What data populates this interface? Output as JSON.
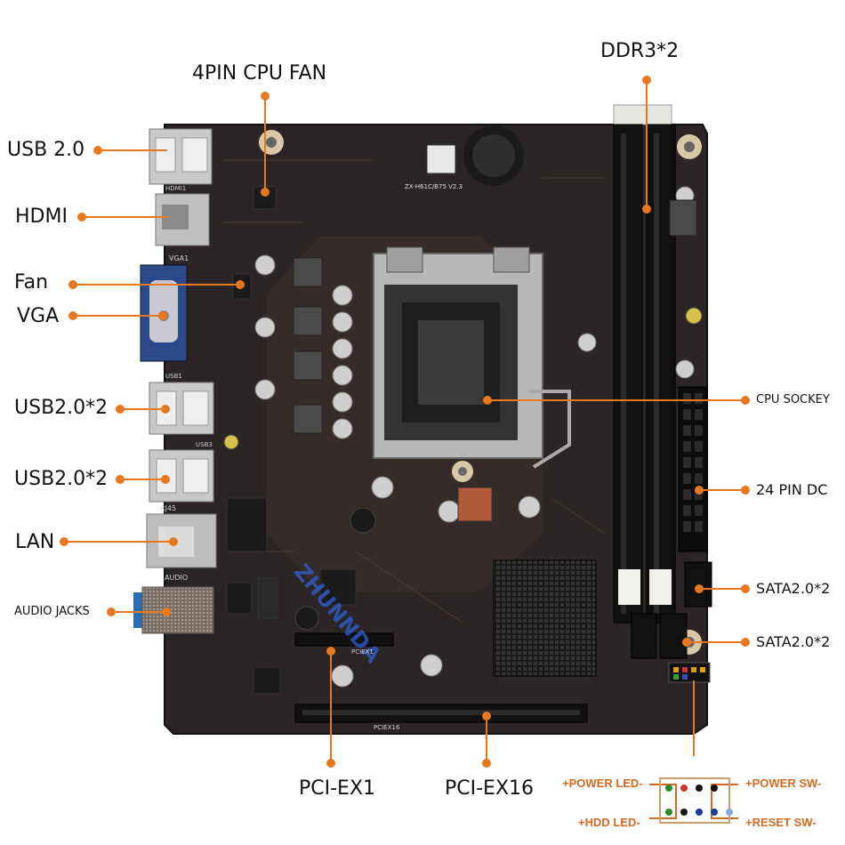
{
  "labels": {
    "usb20": "USB 2.0",
    "hdmi": "HDMI",
    "fan": "Fan",
    "vga": "VGA",
    "usb20x2_a": "USB2.0*2",
    "usb20x2_b": "USB2.0*2",
    "lan": "LAN",
    "audio": "AUDIO JACKS",
    "cpu_fan": "4PIN CPU FAN",
    "ddr3": "DDR3*2",
    "cpu_socket": "CPU SOCKEY",
    "pin24": "24 PIN DC",
    "sata_a": "SATA2.0*2",
    "sata_b": "SATA2.0*2",
    "pci_ex1": "PCI-EX1",
    "pci_ex16": "PCI-EX16"
  },
  "board_marks": {
    "model": "ZX-H61C/B75 V2.3",
    "watermark": "ZHUNNDA",
    "rj45": "RJ45",
    "audio": "AUDIO",
    "vga": "VGA1",
    "hdmi": "HDMI1",
    "usb1": "USB1",
    "usb3": "USB3",
    "pcie1": "PCIEX1",
    "pcie16": "PCIEX16"
  },
  "front_panel": {
    "power_led": "+POWER LED-",
    "power_sw": "+POWER SW-",
    "hdd_led": "+HDD LED-",
    "reset_sw": "+RESET SW-"
  },
  "colors": {
    "accent": "#e8781e",
    "board": "#2a2424",
    "pin_text": "#d2691e"
  }
}
